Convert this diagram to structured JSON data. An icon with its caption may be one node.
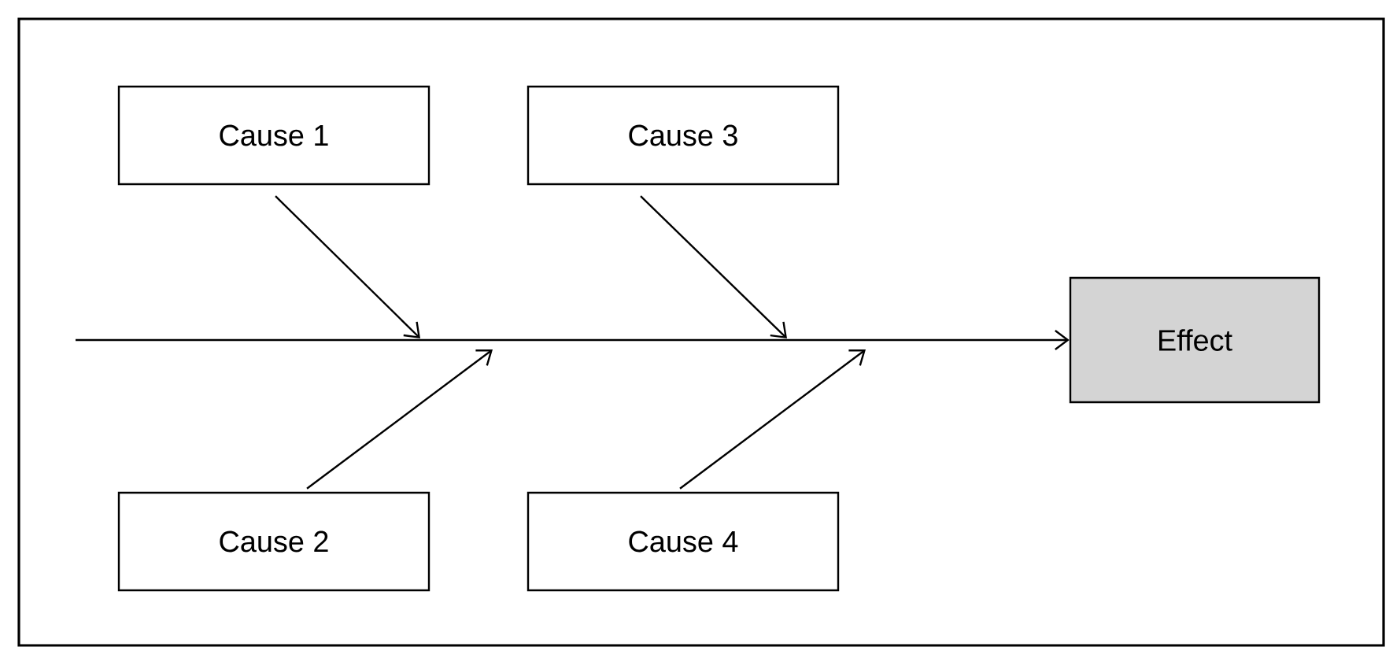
{
  "diagram": {
    "nodes": [
      {
        "text": [
          "Cause 1"
        ]
      },
      {
        "text": [
          "Cause 2"
        ]
      },
      {
        "text": [
          "Cause 3"
        ]
      },
      {
        "text": [
          "Cause 4"
        ]
      },
      {
        "text": [
          "Effect"
        ]
      }
    ],
    "edges": [
      {
        "from": 0,
        "to": null,
        "arrow": "to"
      },
      {
        "from": 1,
        "to": null,
        "arrow": "to"
      },
      {
        "from": 2,
        "to": null,
        "arrow": "to"
      },
      {
        "from": 3,
        "to": null,
        "arrow": "to"
      },
      {
        "from": null,
        "to": 4,
        "arrow": "to"
      }
    ]
  }
}
